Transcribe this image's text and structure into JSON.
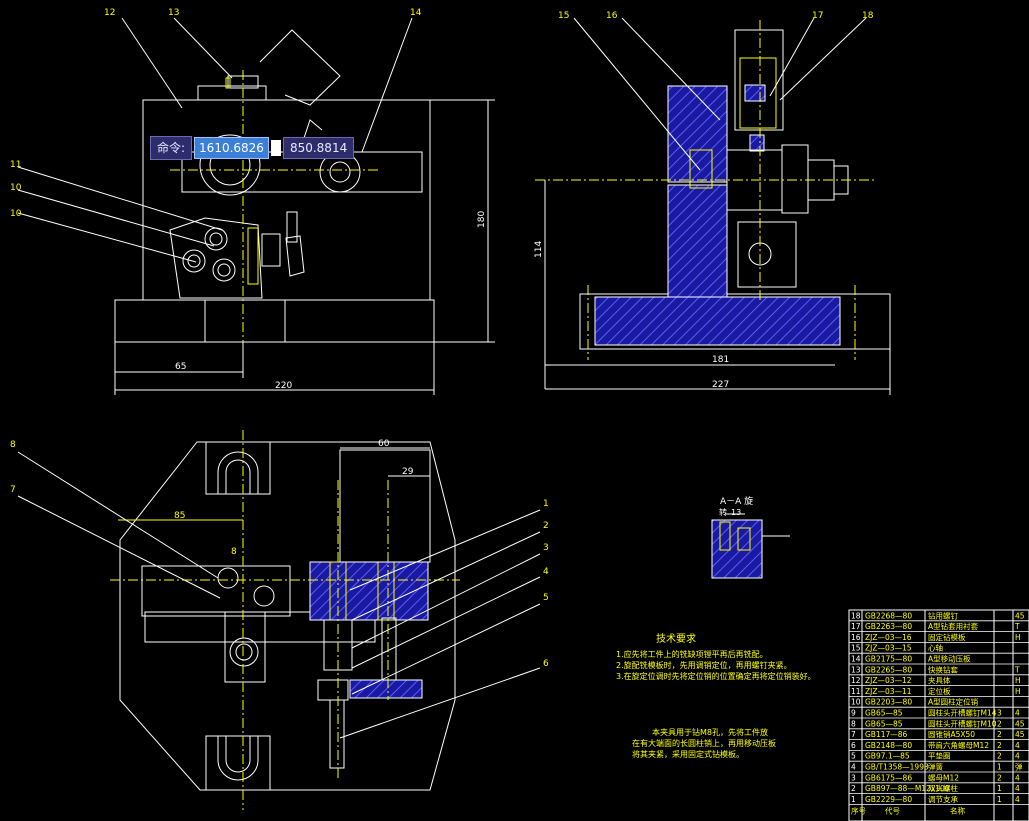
{
  "colors": {
    "background": "#000000",
    "outline": "#ffffff",
    "hidden": "#ffff00",
    "center": "#ffff00",
    "hatch": "#2a2ad0",
    "dimension": "#ffffff",
    "text": "#ffff00",
    "leader": "#ffffff"
  },
  "command_bar": {
    "label": "命令:",
    "x_value": "1610.6826",
    "y_value": "850.8814"
  },
  "callouts": {
    "c1": "1",
    "c2": "2",
    "c3": "3",
    "c4": "4",
    "c5": "5",
    "c6": "6",
    "c7": "7",
    "c8a": "8",
    "c8b": "8",
    "c10": "10",
    "c11": "11",
    "c12": "12",
    "c13": "13",
    "c14": "14",
    "c15": "15",
    "c16": "16",
    "c17": "17",
    "c18": "18"
  },
  "dimensions": {
    "d65_front": "65",
    "d220": "220",
    "d180": "180",
    "d114": "114",
    "d227": "227",
    "d181": "181",
    "d60": "60",
    "d29": "29",
    "d85_top": "85"
  },
  "section_label": "A－A 旋",
  "detail_label": "转",
  "detail_dim": "13",
  "tech_requirements": {
    "title": "技术要求",
    "items": [
      "1.应先将工件上的铣缺项镗平再后再铣配。",
      "2.旋配铣模板时，先用调销定位，再用螺钉夹紧。",
      "3.在旋定位调时先将定位销的位置确定再将定位销装好。"
    ]
  },
  "note": {
    "line1": "本夹具用于钻M8孔，先将工件放",
    "line2": "在有大端面的长圆柱销上，再用移动压板",
    "line3": "将其夹紧，采用固定式钻模板。"
  },
  "bom": {
    "headers": [
      "代号",
      "名称"
    ],
    "rows": [
      {
        "no": "18",
        "code": "GB2268—80",
        "name": "钻用螺钉",
        "qty": "",
        "mat": "45"
      },
      {
        "no": "17",
        "code": "GB2263—80",
        "name": "A型钻套用衬套",
        "qty": "",
        "mat": "T"
      },
      {
        "no": "16",
        "code": "ZJZ—03—16",
        "name": "固定钻模板",
        "qty": "",
        "mat": "H"
      },
      {
        "no": "15",
        "code": "ZJZ—03—15",
        "name": "心轴",
        "qty": "",
        "mat": ""
      },
      {
        "no": "14",
        "code": "GB2175—80",
        "name": "A型移动压板",
        "qty": "",
        "mat": ""
      },
      {
        "no": "13",
        "code": "GB2265—80",
        "name": "快换钻套",
        "qty": "",
        "mat": "T"
      },
      {
        "no": "12",
        "code": "ZJZ—03—12",
        "name": "夹具体",
        "qty": "",
        "mat": "H"
      },
      {
        "no": "11",
        "code": "ZJZ—03—11",
        "name": "定位板",
        "qty": "",
        "mat": "H"
      },
      {
        "no": "10",
        "code": "GB2203—80",
        "name": "A型圆柱定位销",
        "qty": "",
        "mat": ""
      },
      {
        "no": "9",
        "code": "GB65—85",
        "name": "圆柱头开槽螺钉M14",
        "qty": "3",
        "mat": "4"
      },
      {
        "no": "8",
        "code": "GB65—85",
        "name": "圆柱头开槽螺钉M10",
        "qty": "2",
        "mat": "45"
      },
      {
        "no": "7",
        "code": "GB117—86",
        "name": "圆锥销A5X50",
        "qty": "2",
        "mat": "45"
      },
      {
        "no": "6",
        "code": "GB2148—80",
        "name": "带肩六角螺母M12",
        "qty": "2",
        "mat": "4"
      },
      {
        "no": "5",
        "code": "GB97.1—85",
        "name": "平垫圈",
        "qty": "2",
        "mat": "4"
      },
      {
        "no": "4",
        "code": "GB/T1358—1993",
        "name": "弹簧",
        "qty": "1",
        "mat": "弹"
      },
      {
        "no": "3",
        "code": "GB6175—86",
        "name": "螺母M12",
        "qty": "2",
        "mat": "4"
      },
      {
        "no": "2",
        "code": "GB897—88—M12x100",
        "name": "双头螺柱",
        "qty": "1",
        "mat": "4"
      },
      {
        "no": "1",
        "code": "GB2229—80",
        "name": "调节支承",
        "qty": "1",
        "mat": "4"
      }
    ],
    "footer_no": "序号"
  }
}
